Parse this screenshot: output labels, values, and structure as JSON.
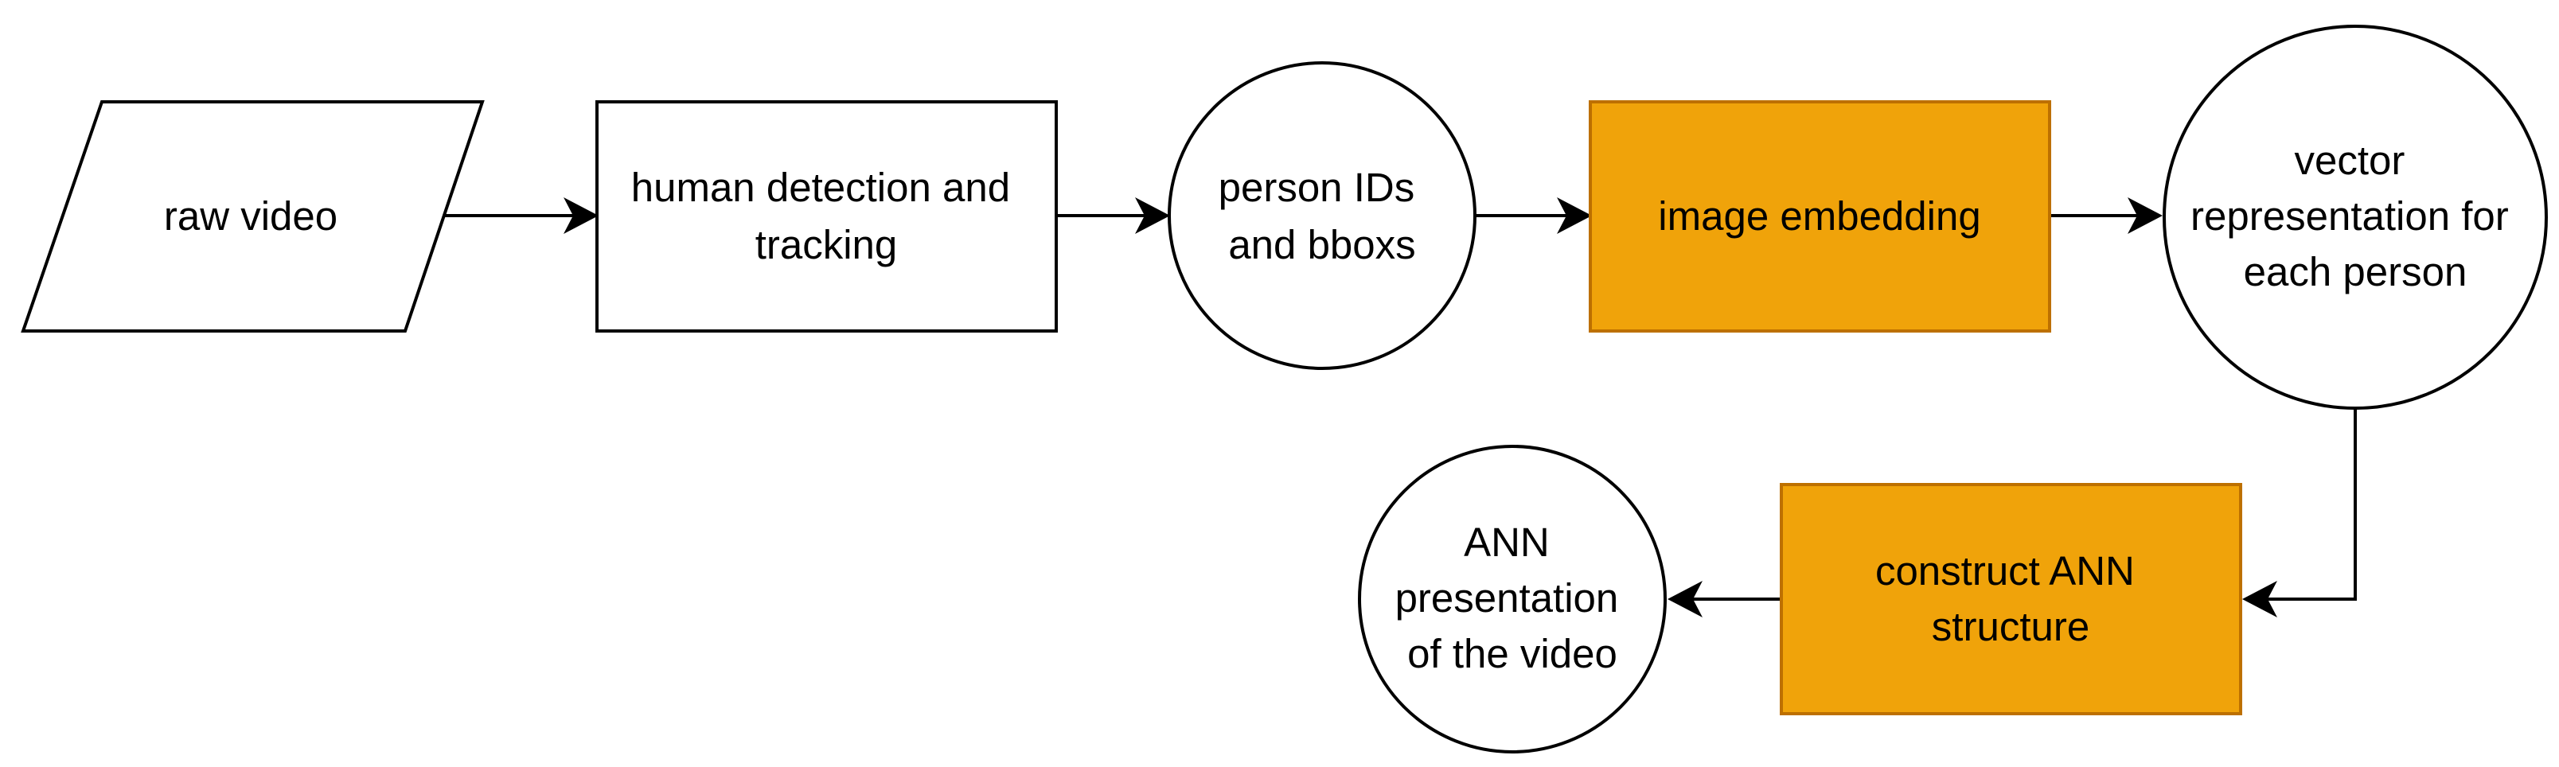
{
  "colors": {
    "accent_fill": "#f0a30a",
    "accent_stroke": "#bd7000",
    "stroke": "#000000",
    "background": "#ffffff"
  },
  "nodes": {
    "raw_video": {
      "shape": "parallelogram",
      "lines": [
        "raw video"
      ]
    },
    "detection": {
      "shape": "rectangle",
      "lines": [
        "human detection and",
        "tracking"
      ]
    },
    "person_ids": {
      "shape": "circle",
      "lines": [
        "person IDs",
        "and bboxs"
      ]
    },
    "embedding": {
      "shape": "rectangle-accent",
      "lines": [
        "image embedding"
      ]
    },
    "vector_rep": {
      "shape": "circle",
      "lines": [
        "vector",
        "representation for",
        "each person"
      ]
    },
    "construct_ann": {
      "shape": "rectangle-accent",
      "lines": [
        "construct ANN",
        "structure"
      ]
    },
    "ann_presentation": {
      "shape": "circle",
      "lines": [
        "ANN",
        "presentation",
        "of the video"
      ]
    }
  },
  "edges": [
    {
      "from": "raw_video",
      "to": "detection"
    },
    {
      "from": "detection",
      "to": "person_ids"
    },
    {
      "from": "person_ids",
      "to": "embedding"
    },
    {
      "from": "embedding",
      "to": "vector_rep"
    },
    {
      "from": "vector_rep",
      "to": "construct_ann"
    },
    {
      "from": "construct_ann",
      "to": "ann_presentation"
    }
  ]
}
